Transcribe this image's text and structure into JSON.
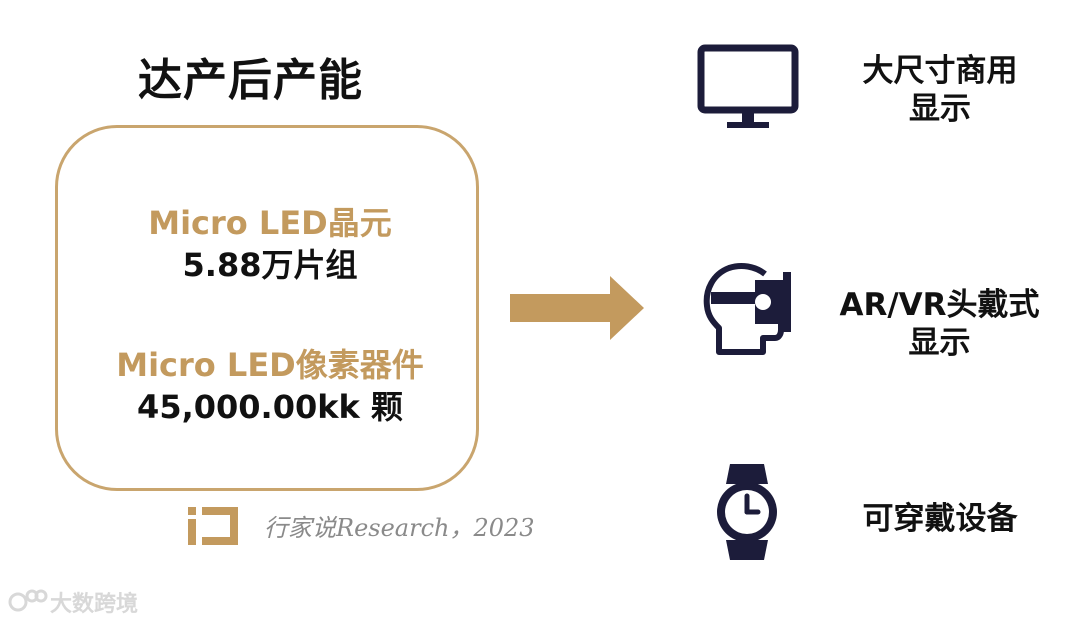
{
  "title": "达产后产能",
  "capacity_box": {
    "wafer_label": "Micro LED晶元",
    "wafer_value": "5.88万片组",
    "pixel_label": "Micro LED像素器件",
    "pixel_value": "45,000.00kk 颗"
  },
  "applications": [
    {
      "label_line1": "大尺寸商用",
      "label_line2": "显示",
      "icon": "monitor-icon"
    },
    {
      "label_line1": "AR/VR头戴式",
      "label_line2": "显示",
      "icon": "vr-headset-icon"
    },
    {
      "label_line1": "可穿戴设备",
      "icon": "smartwatch-icon"
    }
  ],
  "source": "行家说Research，2023",
  "watermark": "大数跨境",
  "colors": {
    "gold": "#c39a5e",
    "navy": "#1c1c3a",
    "dark": "#111111"
  }
}
